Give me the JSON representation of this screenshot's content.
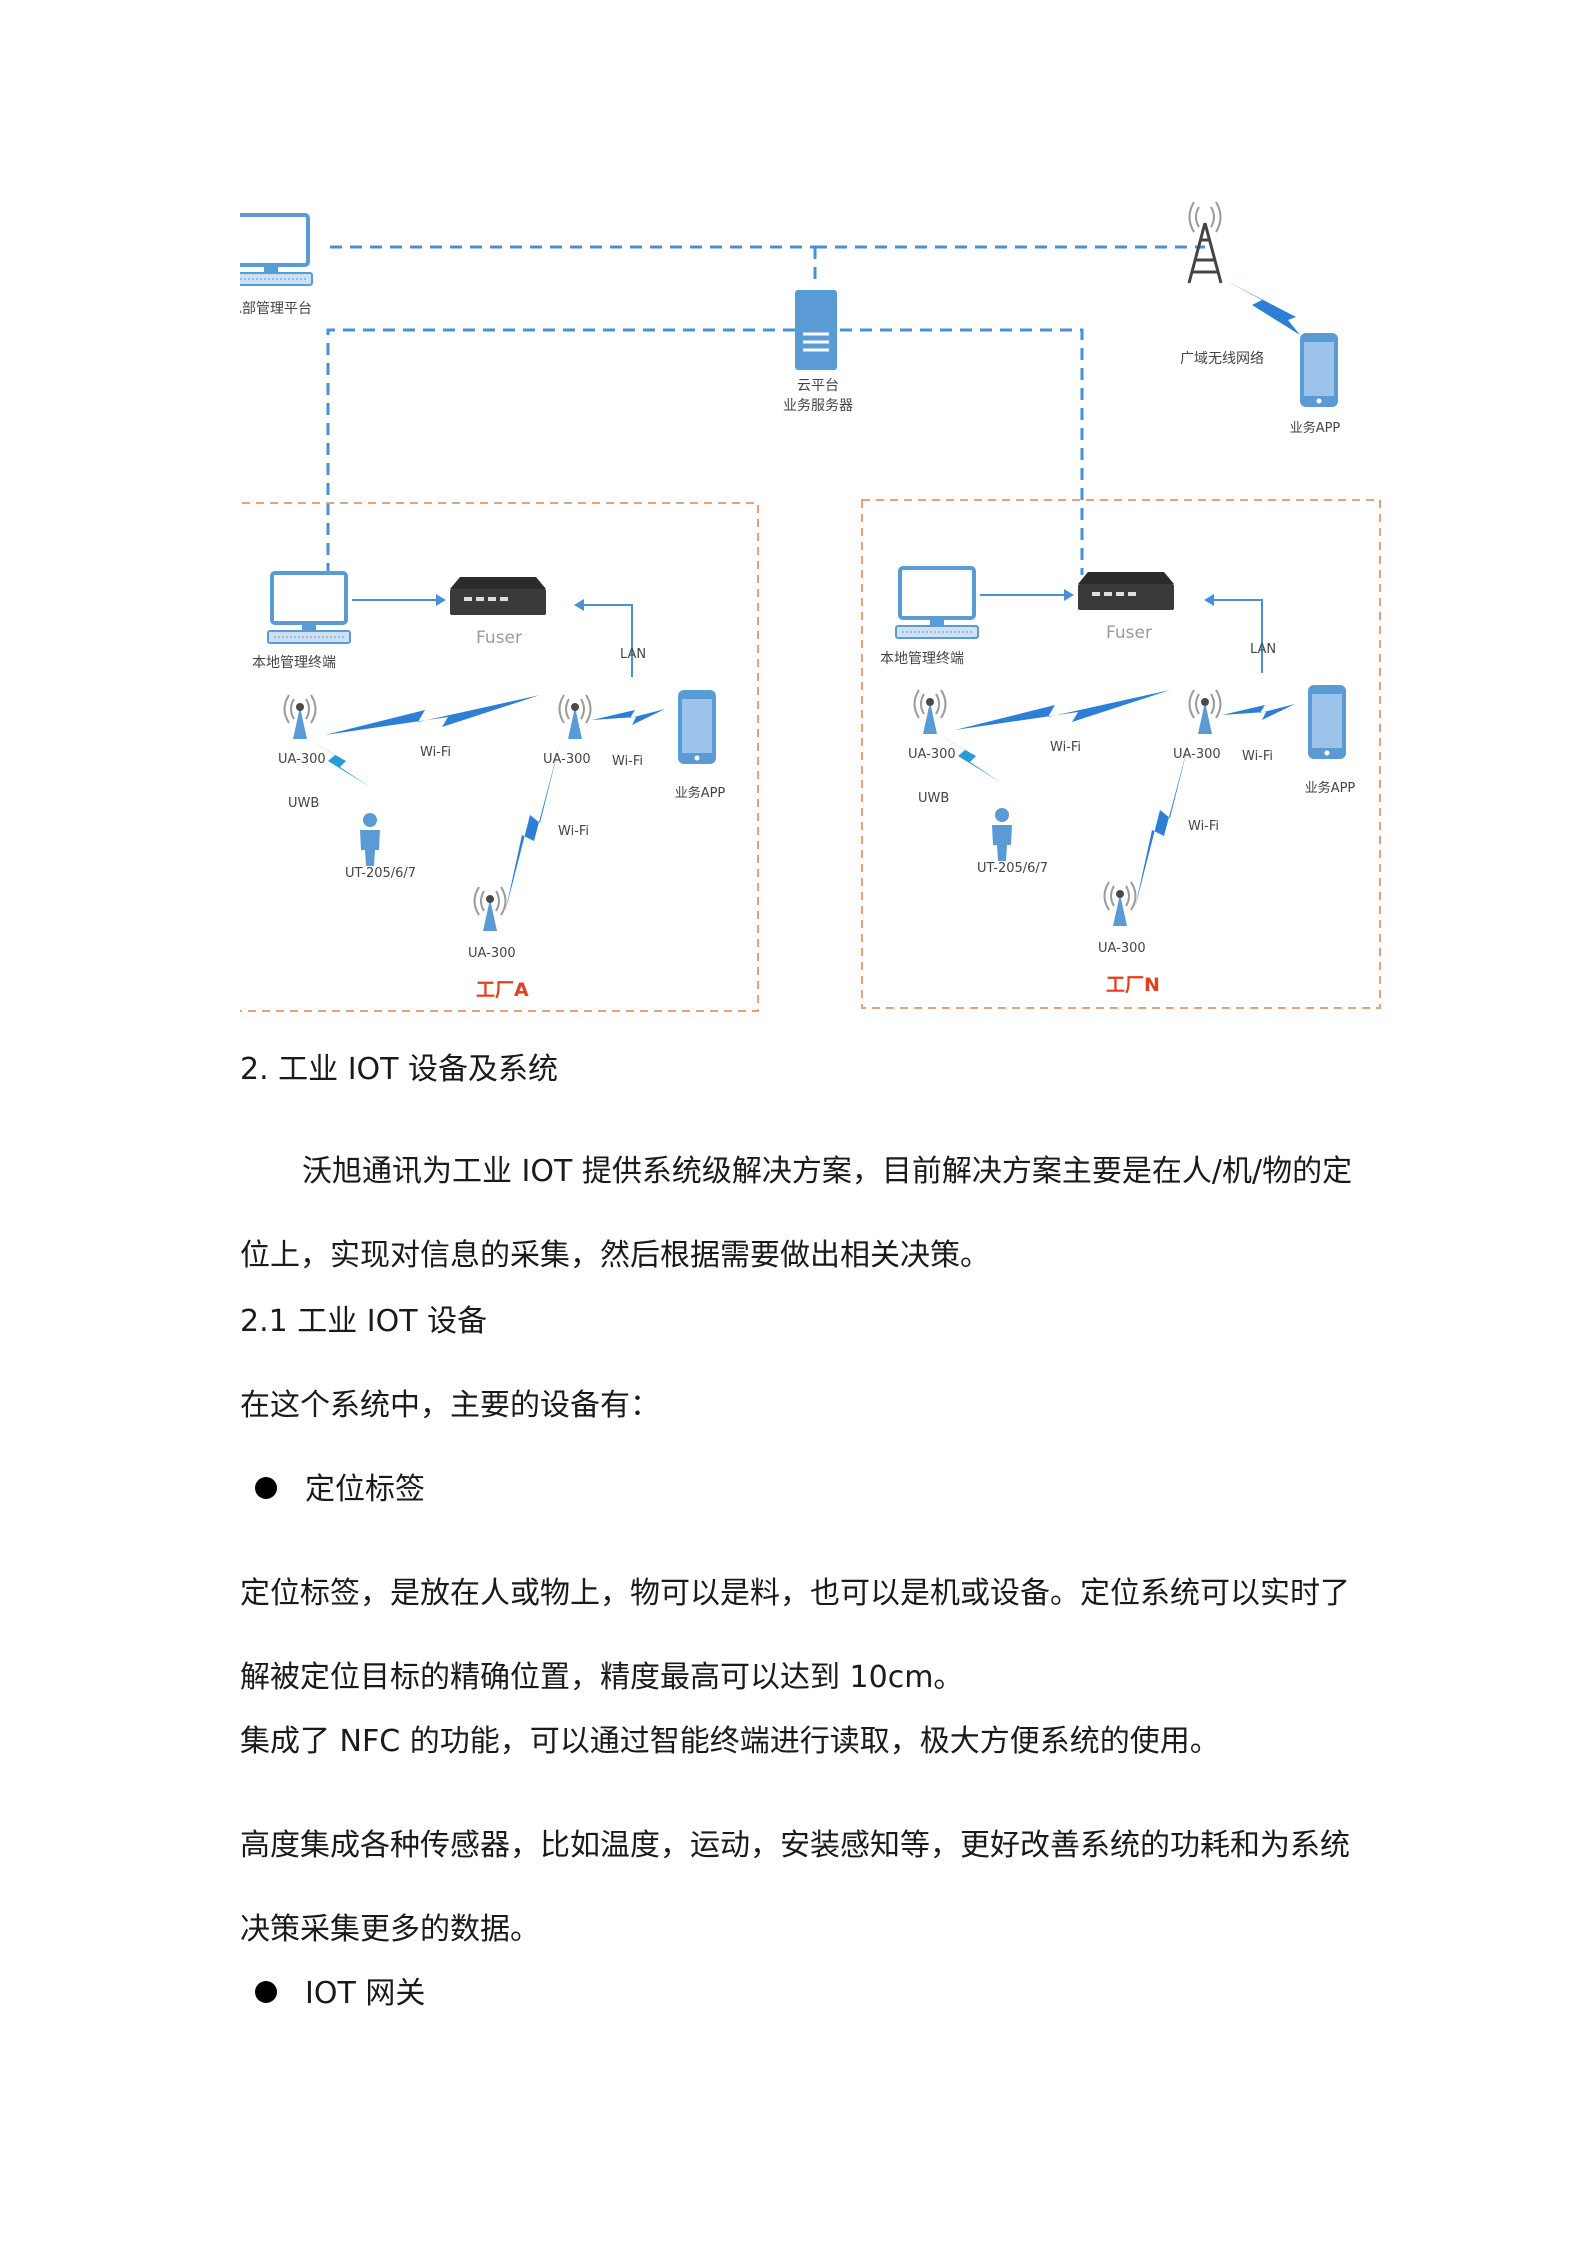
{
  "diagram": {
    "top": {
      "hq_label": "总部管理平台",
      "cloud_label_1": "云平台",
      "cloud_label_2": "业务服务器",
      "wan_label": "广域无线网络",
      "app_label": "业务APP"
    },
    "factory_a": {
      "name": "工厂A",
      "local_label": "本地管理终端",
      "fuser_label": "Fuser",
      "lan_label": "LAN",
      "ua1_label": "UA-300",
      "ua2_label": "UA-300",
      "ua3_label": "UA-300",
      "wifi1": "Wi-Fi",
      "wifi2": "Wi-Fi",
      "wifi3": "Wi-Fi",
      "uwb": "UWB",
      "tag_label": "UT-205/6/7",
      "app_label": "业务APP"
    },
    "factory_n": {
      "name": "工厂N",
      "local_label": "本地管理终端",
      "fuser_label": "Fuser",
      "lan_label": "LAN",
      "ua1_label": "UA-300",
      "ua2_label": "UA-300",
      "ua3_label": "UA-300",
      "wifi1": "Wi-Fi",
      "wifi2": "Wi-Fi",
      "wifi3": "Wi-Fi",
      "uwb": "UWB",
      "tag_label": "UT-205/6/7",
      "app_label": "业务APP"
    },
    "colors": {
      "line": "#4a90d9",
      "device": "#5b9bd5",
      "factory_border": "#e8a27a",
      "factory_text": "#e0401a"
    }
  },
  "document": {
    "section_heading": "2.  工业 IOT 设备及系统",
    "para1": "沃旭通讯为工业  IOT  提供系统级解决方案，目前解决方案主要是在人/机/物的定位上，实现对信息的采集，然后根据需要做出相关决策。",
    "subsection_heading": "2.1  工业 IOT  设备",
    "para2": "在这个系统中，主要的设备有：",
    "bullet1": "定位标签",
    "para3": "定位标签，是放在人或物上，物可以是料，也可以是机或设备。定位系统可以实时了解被定位目标的精确位置，精度最高可以达到 10cm。",
    "para4": "集成了 NFC  的功能，可以通过智能终端进行读取，极大方便系统的使用。",
    "para5": "高度集成各种传感器，比如温度，运动，安装感知等，更好改善系统的功耗和为系统决策采集更多的数据。",
    "bullet2": "IOT  网关"
  }
}
